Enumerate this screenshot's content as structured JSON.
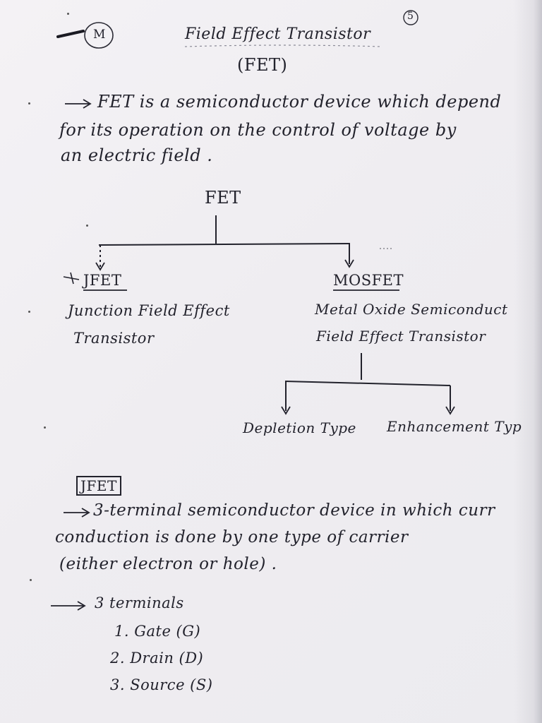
{
  "page_number": "5",
  "corner_mark": "M",
  "title": "Field Effect Transistor",
  "subtitle": "(FET)",
  "intro": {
    "line1": "FET is a semiconductor device which depend",
    "line2": "for its operation on the control of voltage by",
    "line3": "an electric field ."
  },
  "tree": {
    "root": "FET",
    "left": {
      "name": "JFET",
      "desc1": "Junction Field Effect",
      "desc2": "Transistor"
    },
    "right": {
      "name": "MOSFET",
      "desc1": "Metal Oxide Semiconduct",
      "desc2": "Field Effect Transistor"
    },
    "mosfet_types": [
      "Depletion Type",
      "Enhancement Typ"
    ]
  },
  "jfet_section": {
    "heading": "JFET",
    "line1": "3-terminal semiconductor device in which curr",
    "line2": "conduction is done by one type of carrier",
    "line3": "(either electron or hole) .",
    "terminals_heading": "3 terminals",
    "terminals": [
      "1. Gate (G)",
      "2. Drain (D)",
      "3. Source (S)"
    ]
  }
}
